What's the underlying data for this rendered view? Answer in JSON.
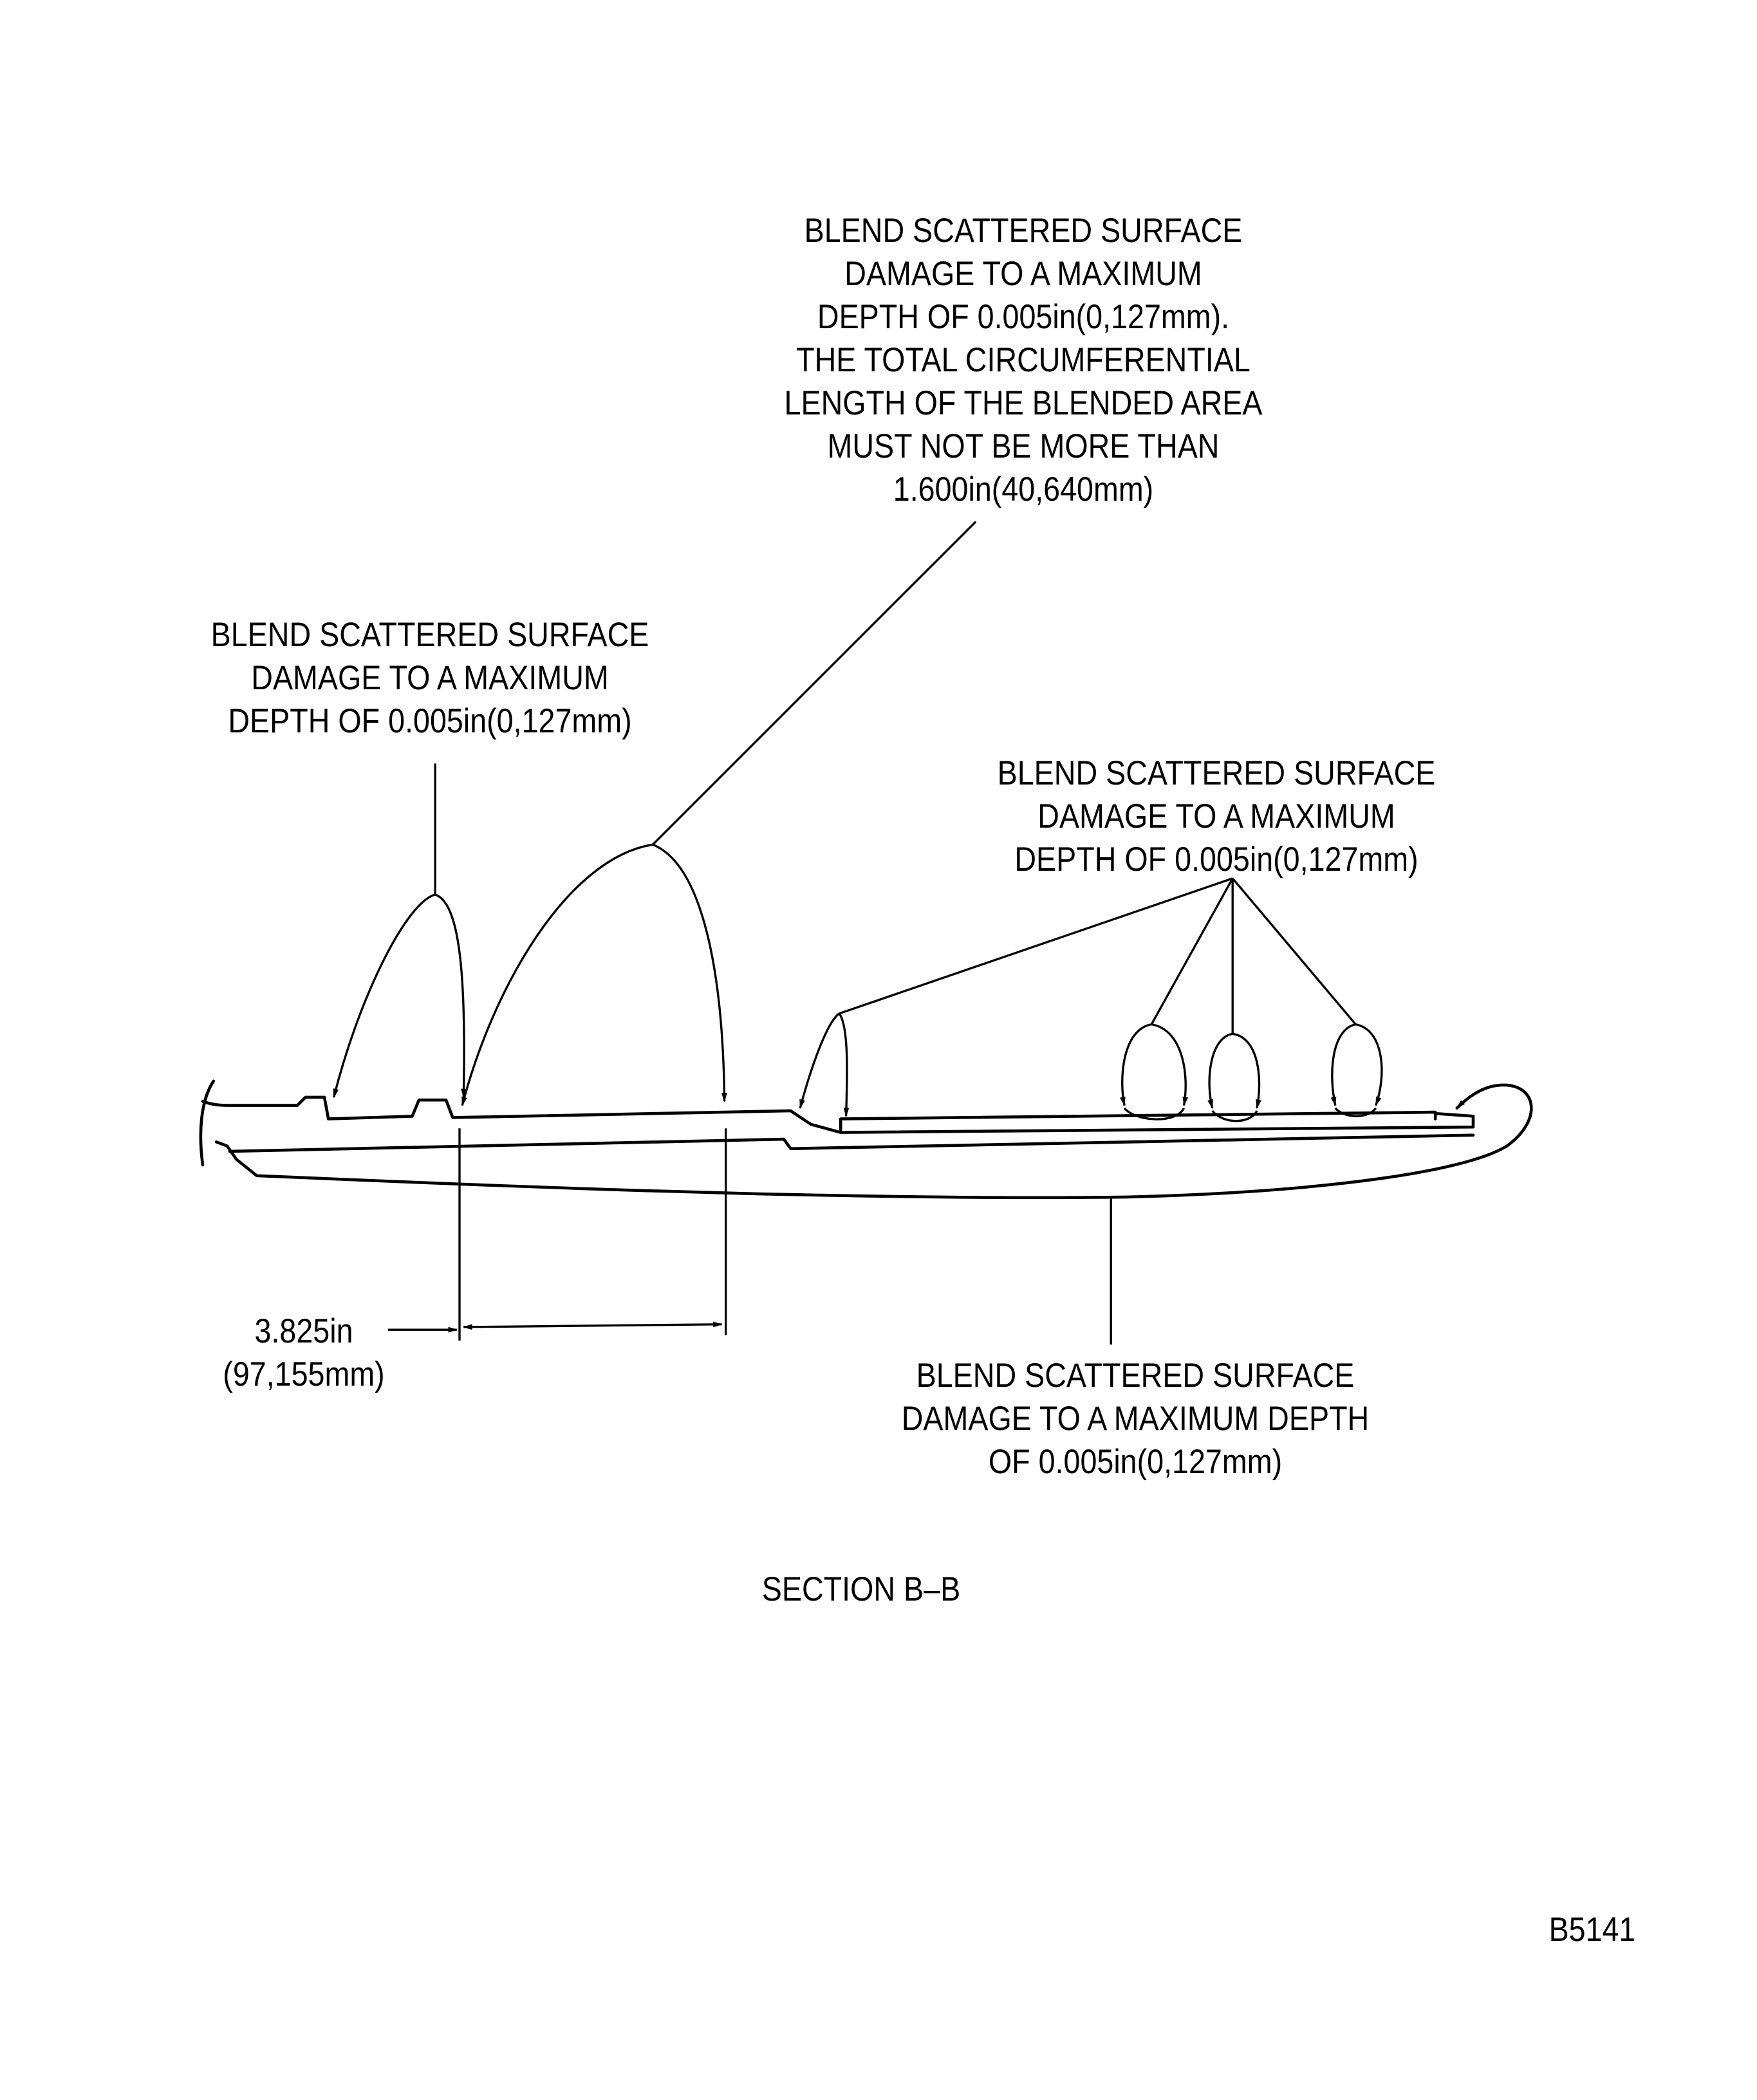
{
  "notes": {
    "top": {
      "lines": [
        "BLEND SCATTERED SURFACE",
        "DAMAGE TO A MAXIMUM",
        "DEPTH OF 0.005in(0,127mm).",
        "THE TOTAL CIRCUMFERENTIAL",
        "LENGTH OF THE BLENDED AREA",
        "MUST NOT BE MORE THAN",
        "1.600in(40,640mm)"
      ]
    },
    "left": {
      "lines": [
        "BLEND SCATTERED SURFACE",
        "DAMAGE TO A MAXIMUM",
        "DEPTH OF 0.005in(0,127mm)"
      ]
    },
    "right": {
      "lines": [
        "BLEND SCATTERED SURFACE",
        "DAMAGE TO A MAXIMUM",
        "DEPTH OF 0.005in(0,127mm)"
      ]
    },
    "bottom": {
      "lines": [
        "BLEND SCATTERED SURFACE",
        "DAMAGE TO A MAXIMUM DEPTH",
        "OF 0.005in(0,127mm)"
      ]
    }
  },
  "dimension": {
    "inches": "3.825in",
    "mm": "(97,155mm)"
  },
  "section_label": "SECTION B–B",
  "figure_id": "B5141"
}
